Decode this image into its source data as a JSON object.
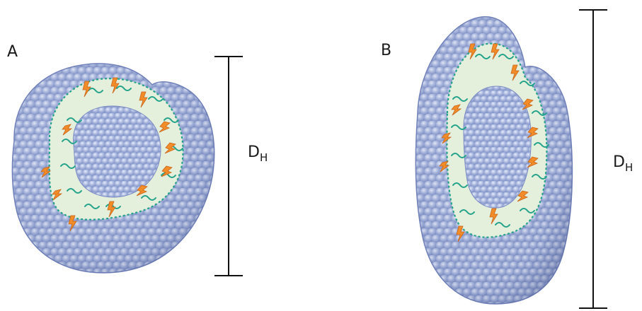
{
  "panels": [
    {
      "id": "A",
      "label": "A",
      "shape": "spherical-micelle",
      "dimension_label": {
        "main": "D",
        "subscript": "H"
      }
    },
    {
      "id": "B",
      "label": "B",
      "shape": "ellipsoidal-micelle",
      "dimension_label": {
        "main": "D",
        "subscript": "H"
      }
    }
  ],
  "colors": {
    "shell_bead": "#a9b7df",
    "shell_bead_highlight": "#dfe6f7",
    "shell_bead_shadow": "#7285bd",
    "core_layer": "#e4efdc",
    "hydrophobic_tail": "#23a38a",
    "drug_molecule": "#f28c28",
    "scale_bar": "#111111"
  }
}
